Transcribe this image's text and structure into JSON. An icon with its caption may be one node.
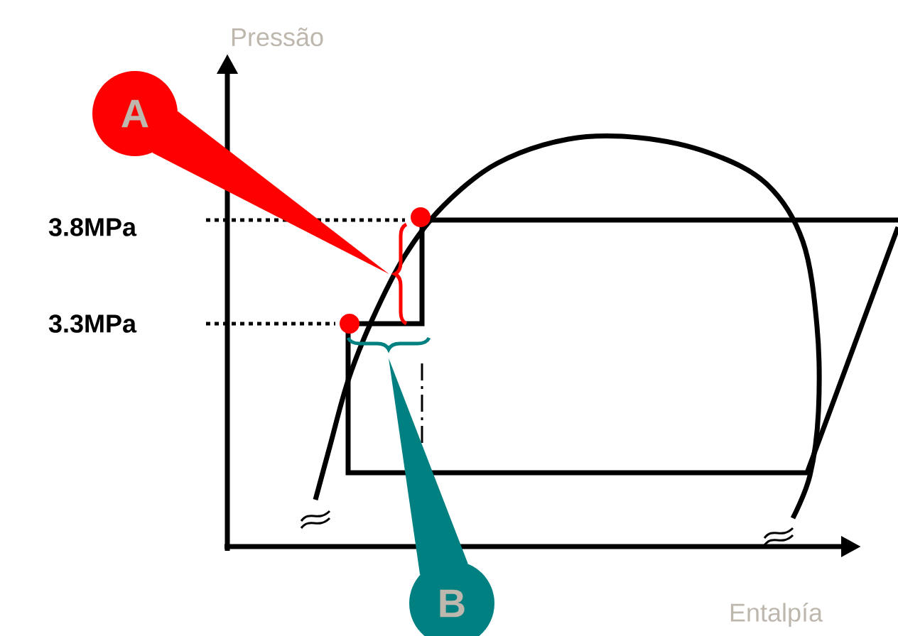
{
  "diagram": {
    "nodes": [
      {
        "text": [
          "A"
        ]
      },
      {
        "text": [],
        "shape": "brace"
      },
      {
        "text": [
          "B"
        ]
      },
      {
        "text": [],
        "shape": "brace"
      }
    ],
    "edges": [
      {
        "from": 0,
        "to": 1,
        "arrow": "none",
        "color": "#ff0000"
      },
      {
        "from": 2,
        "to": 3,
        "arrow": "none",
        "color": "#008080"
      }
    ],
    "labels": [
      "Pressão",
      "3.8MPa",
      "3.3MPa",
      "Entalpía"
    ]
  }
}
